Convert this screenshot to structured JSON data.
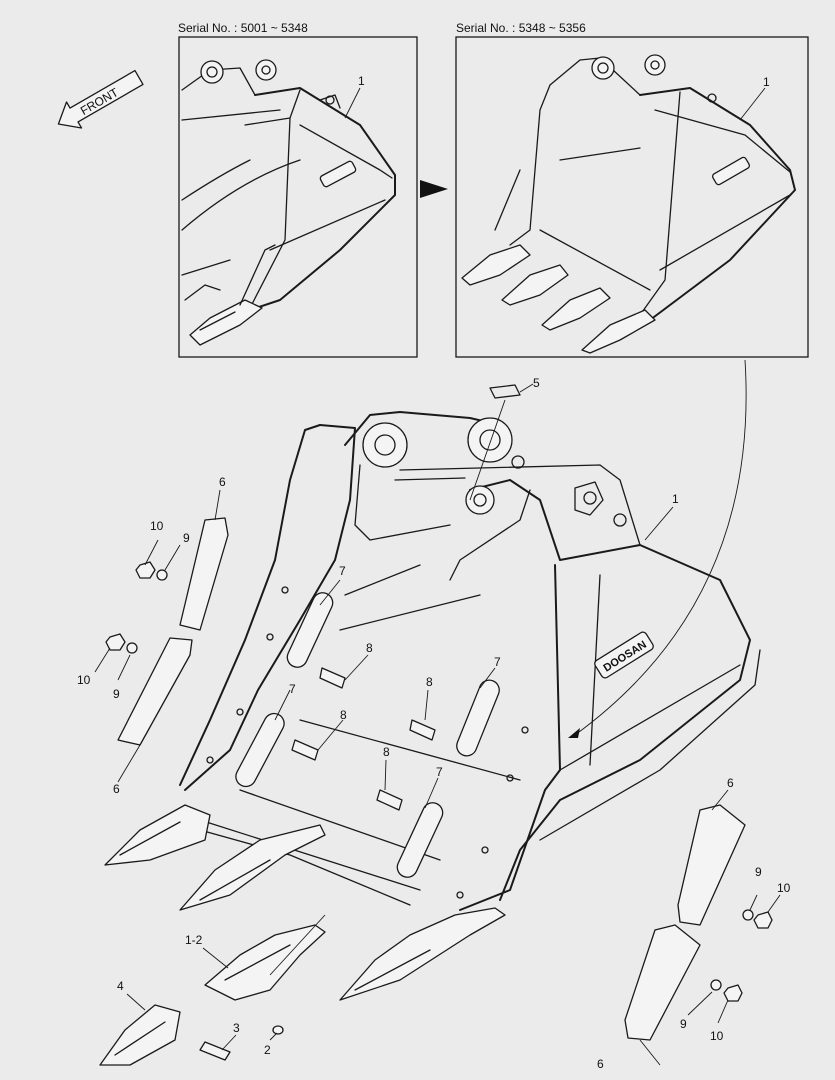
{
  "inset_left": {
    "serial_label": "Serial No. : 5001 ~ 5348",
    "callout": "1"
  },
  "inset_right": {
    "serial_label": "Serial No. : 5348 ~ 5356",
    "callout": "1"
  },
  "direction_arrow": {
    "label": "FRONT"
  },
  "brand_plate": {
    "label": "DOOSAN"
  },
  "callouts": {
    "bucket": "1",
    "tooth_assembly": "1-2",
    "lock_washer": "2",
    "pin": "3",
    "tooth_tip": "4",
    "plate": "5",
    "side_cutter_upper_left": "6",
    "side_cutter_lower_left": "6",
    "side_cutter_upper_right": "6",
    "side_cutter_lower_right": "6",
    "link_upper_left": "7",
    "link_lower_left": "7",
    "link_upper_right": "7",
    "link_lower_right": "7",
    "bolt_upper_left": "8",
    "bolt_lower_left": "8",
    "bolt_upper_right": "8",
    "bolt_lower_right": "8",
    "washer_upper_left": "9",
    "washer_lower_left": "9",
    "washer_upper_right": "9",
    "washer_lower_right": "9",
    "nut_upper_left": "10",
    "nut_lower_left": "10",
    "nut_upper_right": "10",
    "nut_lower_right": "10"
  }
}
